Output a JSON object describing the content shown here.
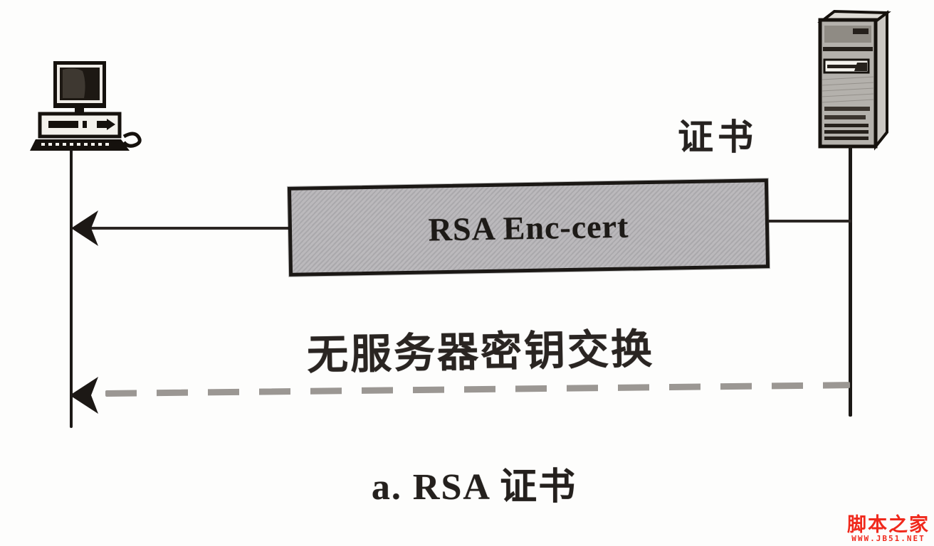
{
  "diagram": {
    "type": "sequence-diagram",
    "caption": "a. RSA 证书",
    "actors": {
      "client": {
        "icon": "desktop-computer-icon",
        "side": "left"
      },
      "server": {
        "icon": "server-tower-icon",
        "side": "right",
        "label": "证书"
      }
    },
    "messages": [
      {
        "label": "RSA Enc-cert",
        "style": "solid",
        "direction": "server-to-client",
        "boxed": true
      },
      {
        "label": "无服务器密钥交换",
        "style": "dashed",
        "direction": "server-to-client",
        "boxed": false
      }
    ]
  },
  "watermark": {
    "site_name": "脚本之家",
    "site_url": "WWW.JB51.NET"
  },
  "colors": {
    "background": "#fdfdfc",
    "line": "#1c1916",
    "box_fill": "#b7b5b8",
    "box_border": "#1b1815",
    "dash": "#9b9793",
    "text": "#24201d",
    "watermark_red": "#f0291c"
  }
}
